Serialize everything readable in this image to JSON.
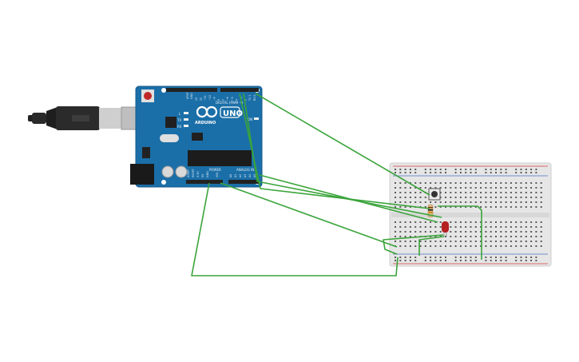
{
  "board": {
    "brand": "ARDUINO",
    "model": "UNO",
    "digital_header": "DIGITAL (PWM ~)",
    "power_header": "POWER",
    "analog_header": "ANALOG IN",
    "led_l": "L",
    "led_tx": "TX",
    "led_rx": "RX",
    "on_label": "ON",
    "reset_label": "RESET",
    "aref_label": "AREF",
    "gnd_label": "GND",
    "ioref_label": "IOREF",
    "label_5v": "5V",
    "label_3v3": "3.3V",
    "vin_label": "VIN",
    "digital_pins": [
      "13",
      "12",
      "~11",
      "~10",
      "~9",
      "8",
      "7",
      "~6",
      "~5",
      "4",
      "~3",
      "2",
      "TX 1",
      "RX 0"
    ],
    "analog_pins": [
      "A0",
      "A1",
      "A2",
      "A3",
      "A4",
      "A5"
    ]
  },
  "colors": {
    "wire": "#3aa43a",
    "board": "#1b6fa8",
    "board_edge": "#155a8a",
    "breadboard": "#e6e6e6",
    "rail_red": "#d43c3c",
    "rail_blue": "#4a6fc0",
    "led_red": "#b52020"
  },
  "icons": [
    "usb-cable-icon",
    "push-button-icon",
    "resistor-icon",
    "led-icon"
  ]
}
